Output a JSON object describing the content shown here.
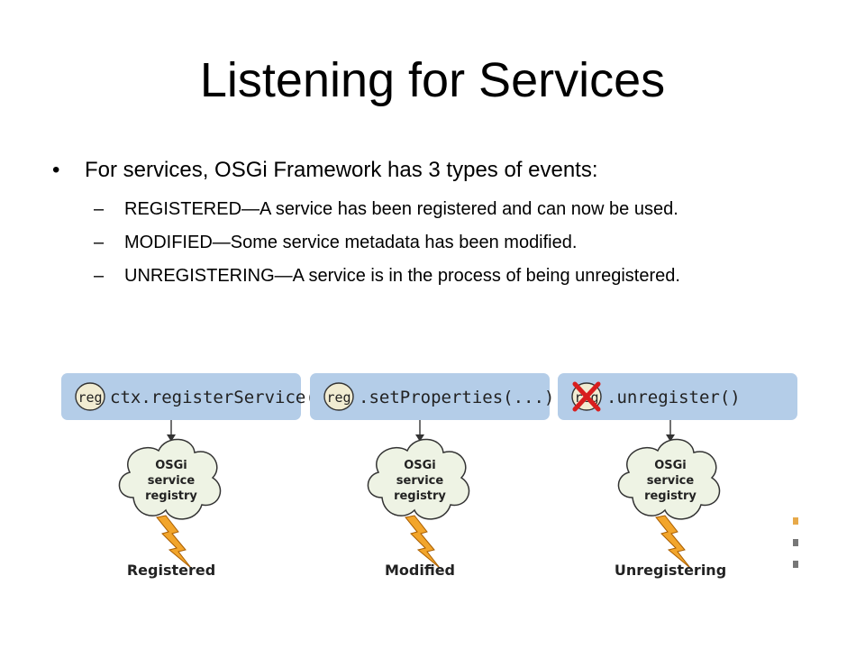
{
  "slide": {
    "title": "Listening for Services",
    "bullet": "For services, OSGi Framework has 3 types of events:",
    "sub_items": [
      {
        "dash": "–",
        "text": "REGISTERED—A service has been registered and can now be used."
      },
      {
        "dash": "–",
        "text": "MODIFIED—Some service metadata has been modified."
      },
      {
        "dash": "–",
        "text": "UNREGISTERING—A service is in the process of being unregistered."
      }
    ]
  },
  "diagram": {
    "panels": [
      {
        "badge": "reg",
        "call": "ctx.registerService(...)",
        "cloud": [
          "OSGi",
          "service",
          "registry"
        ],
        "event": "Registered",
        "crossed": false
      },
      {
        "badge": "reg",
        "call": ".setProperties(...)",
        "cloud": [
          "OSGi",
          "service",
          "registry"
        ],
        "event": "Modified",
        "crossed": false
      },
      {
        "badge": "reg",
        "call": ".unregister()",
        "cloud": [
          "OSGi",
          "service",
          "registry"
        ],
        "event": "Unregistering",
        "crossed": true
      }
    ],
    "colors": {
      "panel": "#b4cde8",
      "badge": "#f1ecd2",
      "cloud": "#eef3e4",
      "bolt": "#f2a52b",
      "cross": "#d81e1e"
    }
  }
}
